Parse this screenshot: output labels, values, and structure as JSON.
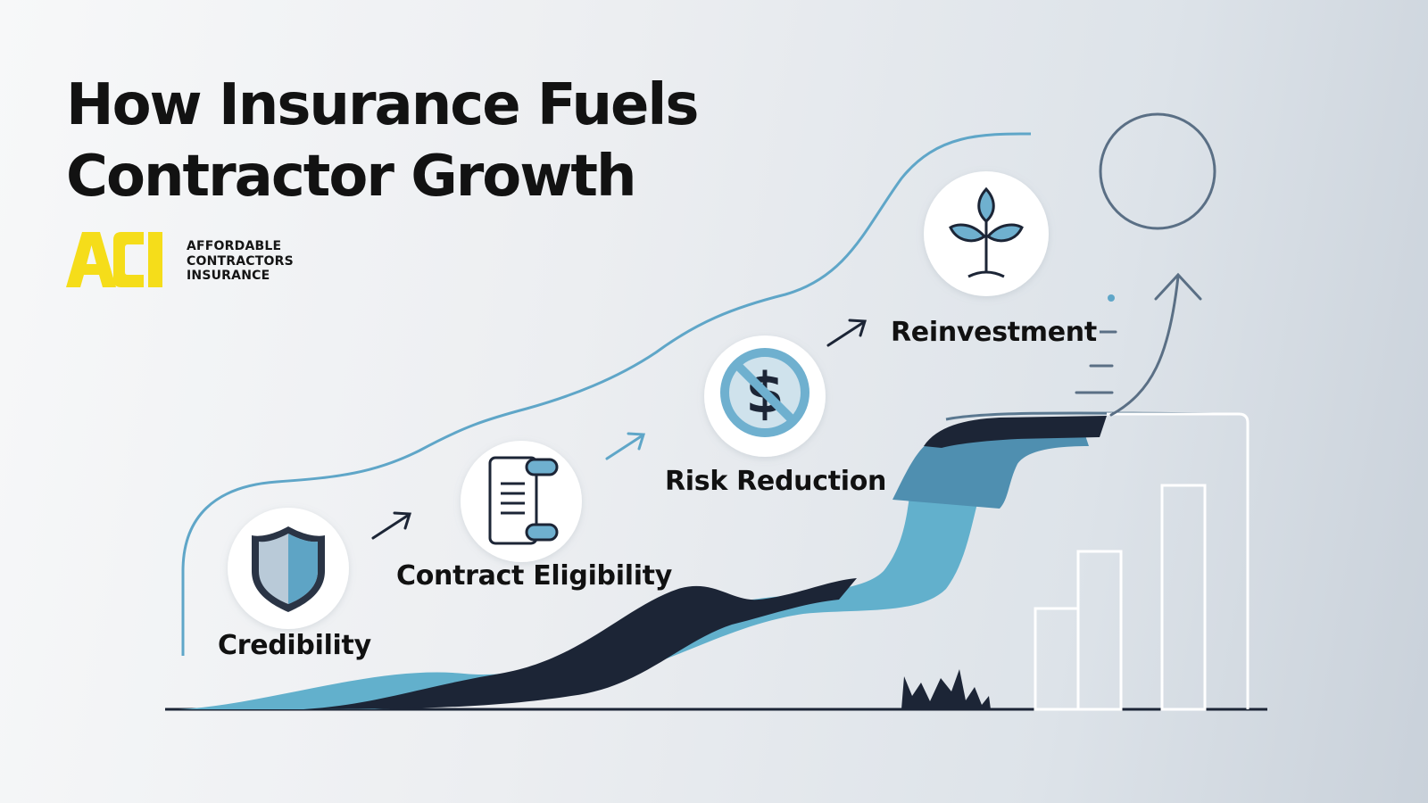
{
  "title": {
    "line1": "How Insurance Fuels",
    "line2": "Contractor Growth"
  },
  "brand": {
    "mark": "ACI",
    "name_lines": [
      "AFFORDABLE",
      "CONTRACTORS",
      "INSURANCE"
    ],
    "mark_color": "#f5dd1a"
  },
  "steps": [
    {
      "label": "Credibility",
      "icon": "shield-icon"
    },
    {
      "label": "Contract Eligibility",
      "icon": "document-scroll-icon"
    },
    {
      "label": "Risk Reduction",
      "icon": "no-dollar-icon"
    },
    {
      "label": "Reinvestment",
      "icon": "sprout-icon"
    }
  ],
  "colors": {
    "dark_navy": "#1c2536",
    "light_blue": "#62b0cc",
    "mid_blue": "#4f8fb0",
    "accent_line": "#6fb0cf"
  }
}
